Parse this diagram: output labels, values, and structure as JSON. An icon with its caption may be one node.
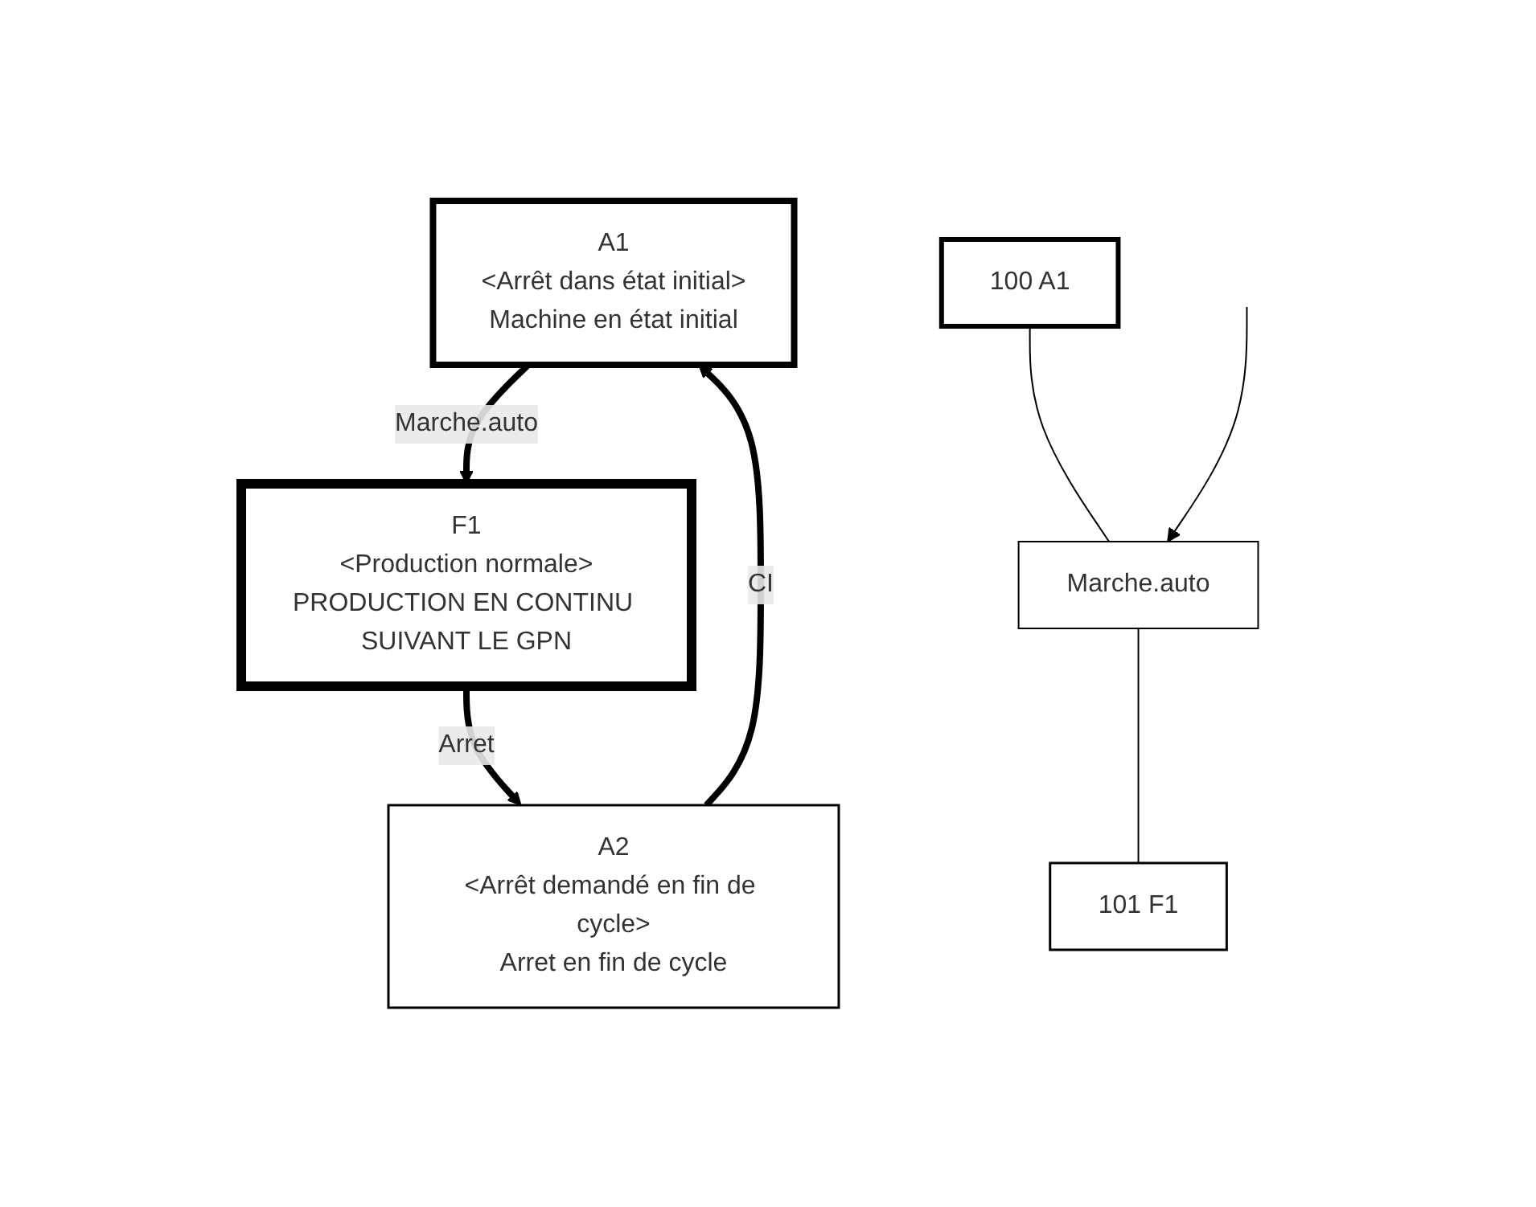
{
  "diagram": {
    "nodes": [
      {
        "text": [
          "A1",
          "<Arrêt dans état initial>",
          "Machine en état initial"
        ]
      },
      {
        "text": [
          "A2",
          "<Arrêt demandé en fin de cycle>",
          "Arret en fin de cycle"
        ]
      },
      {
        "text": [
          "F1",
          "<Production normale>",
          "PRODUCTION EN CONTINU SUIVANT LE GPN"
        ]
      },
      {
        "text": [
          "100 A1"
        ]
      },
      {
        "text": [
          "Marche.auto"
        ]
      },
      {
        "text": [
          "101 F1"
        ]
      }
    ],
    "edges": [
      {
        "from": 0,
        "to": 2,
        "arrow": "to",
        "label": "Marche.auto",
        "style": "thick"
      },
      {
        "from": 2,
        "to": 1,
        "arrow": "to",
        "label": "Arret",
        "style": "thick"
      },
      {
        "from": 1,
        "to": 0,
        "arrow": "to",
        "label": "CI",
        "style": "thick"
      },
      {
        "from": 3,
        "to": 4,
        "arrow": "none"
      },
      {
        "from": 4,
        "to": 5,
        "arrow": "none"
      },
      {
        "from": null,
        "to": 4,
        "arrow": "to"
      }
    ]
  }
}
